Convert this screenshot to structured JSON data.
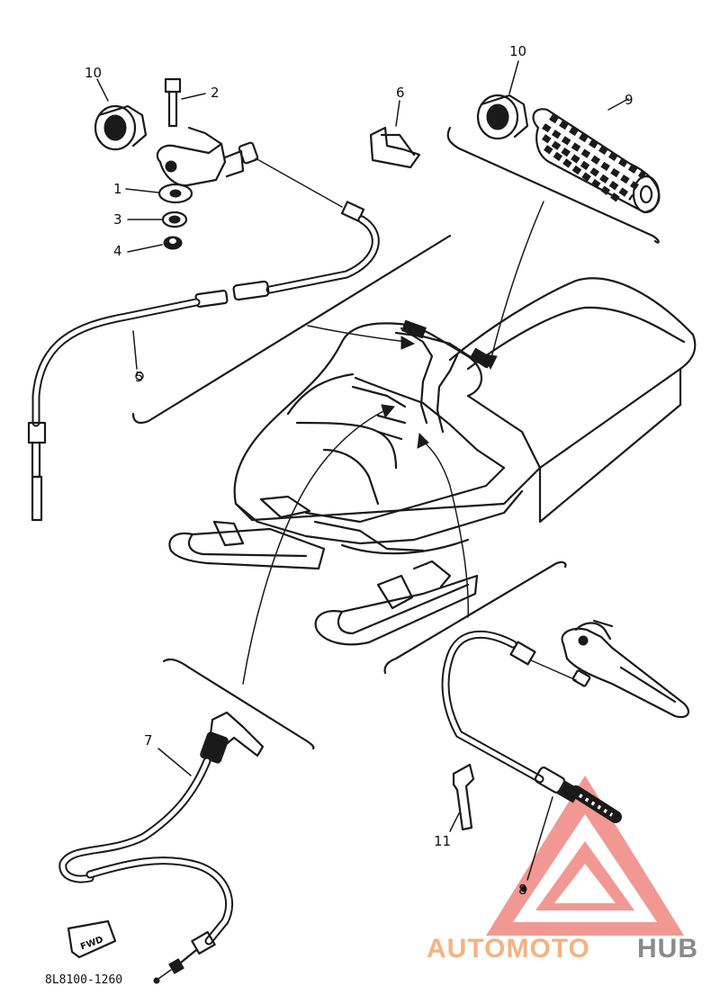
{
  "callouts": [
    {
      "id": "c1",
      "label": "1"
    },
    {
      "id": "c2",
      "label": "2"
    },
    {
      "id": "c3",
      "label": "3"
    },
    {
      "id": "c4",
      "label": "4"
    },
    {
      "id": "c5",
      "label": "5"
    },
    {
      "id": "c6",
      "label": "6"
    },
    {
      "id": "c7",
      "label": "7"
    },
    {
      "id": "c8",
      "label": "8"
    },
    {
      "id": "c9",
      "label": "9"
    },
    {
      "id": "c10a",
      "label": "10"
    },
    {
      "id": "c10b",
      "label": "10"
    },
    {
      "id": "c11",
      "label": "11"
    }
  ],
  "forward_marker": "FWD",
  "diagram_code": "8L8100-1260",
  "watermark": {
    "part1": "AUTOMOTO",
    "part2": "HUB",
    "logo_color": "#e8453c",
    "text_color_1": "#f5b27f",
    "text_color_2": "#8a8a8a"
  }
}
